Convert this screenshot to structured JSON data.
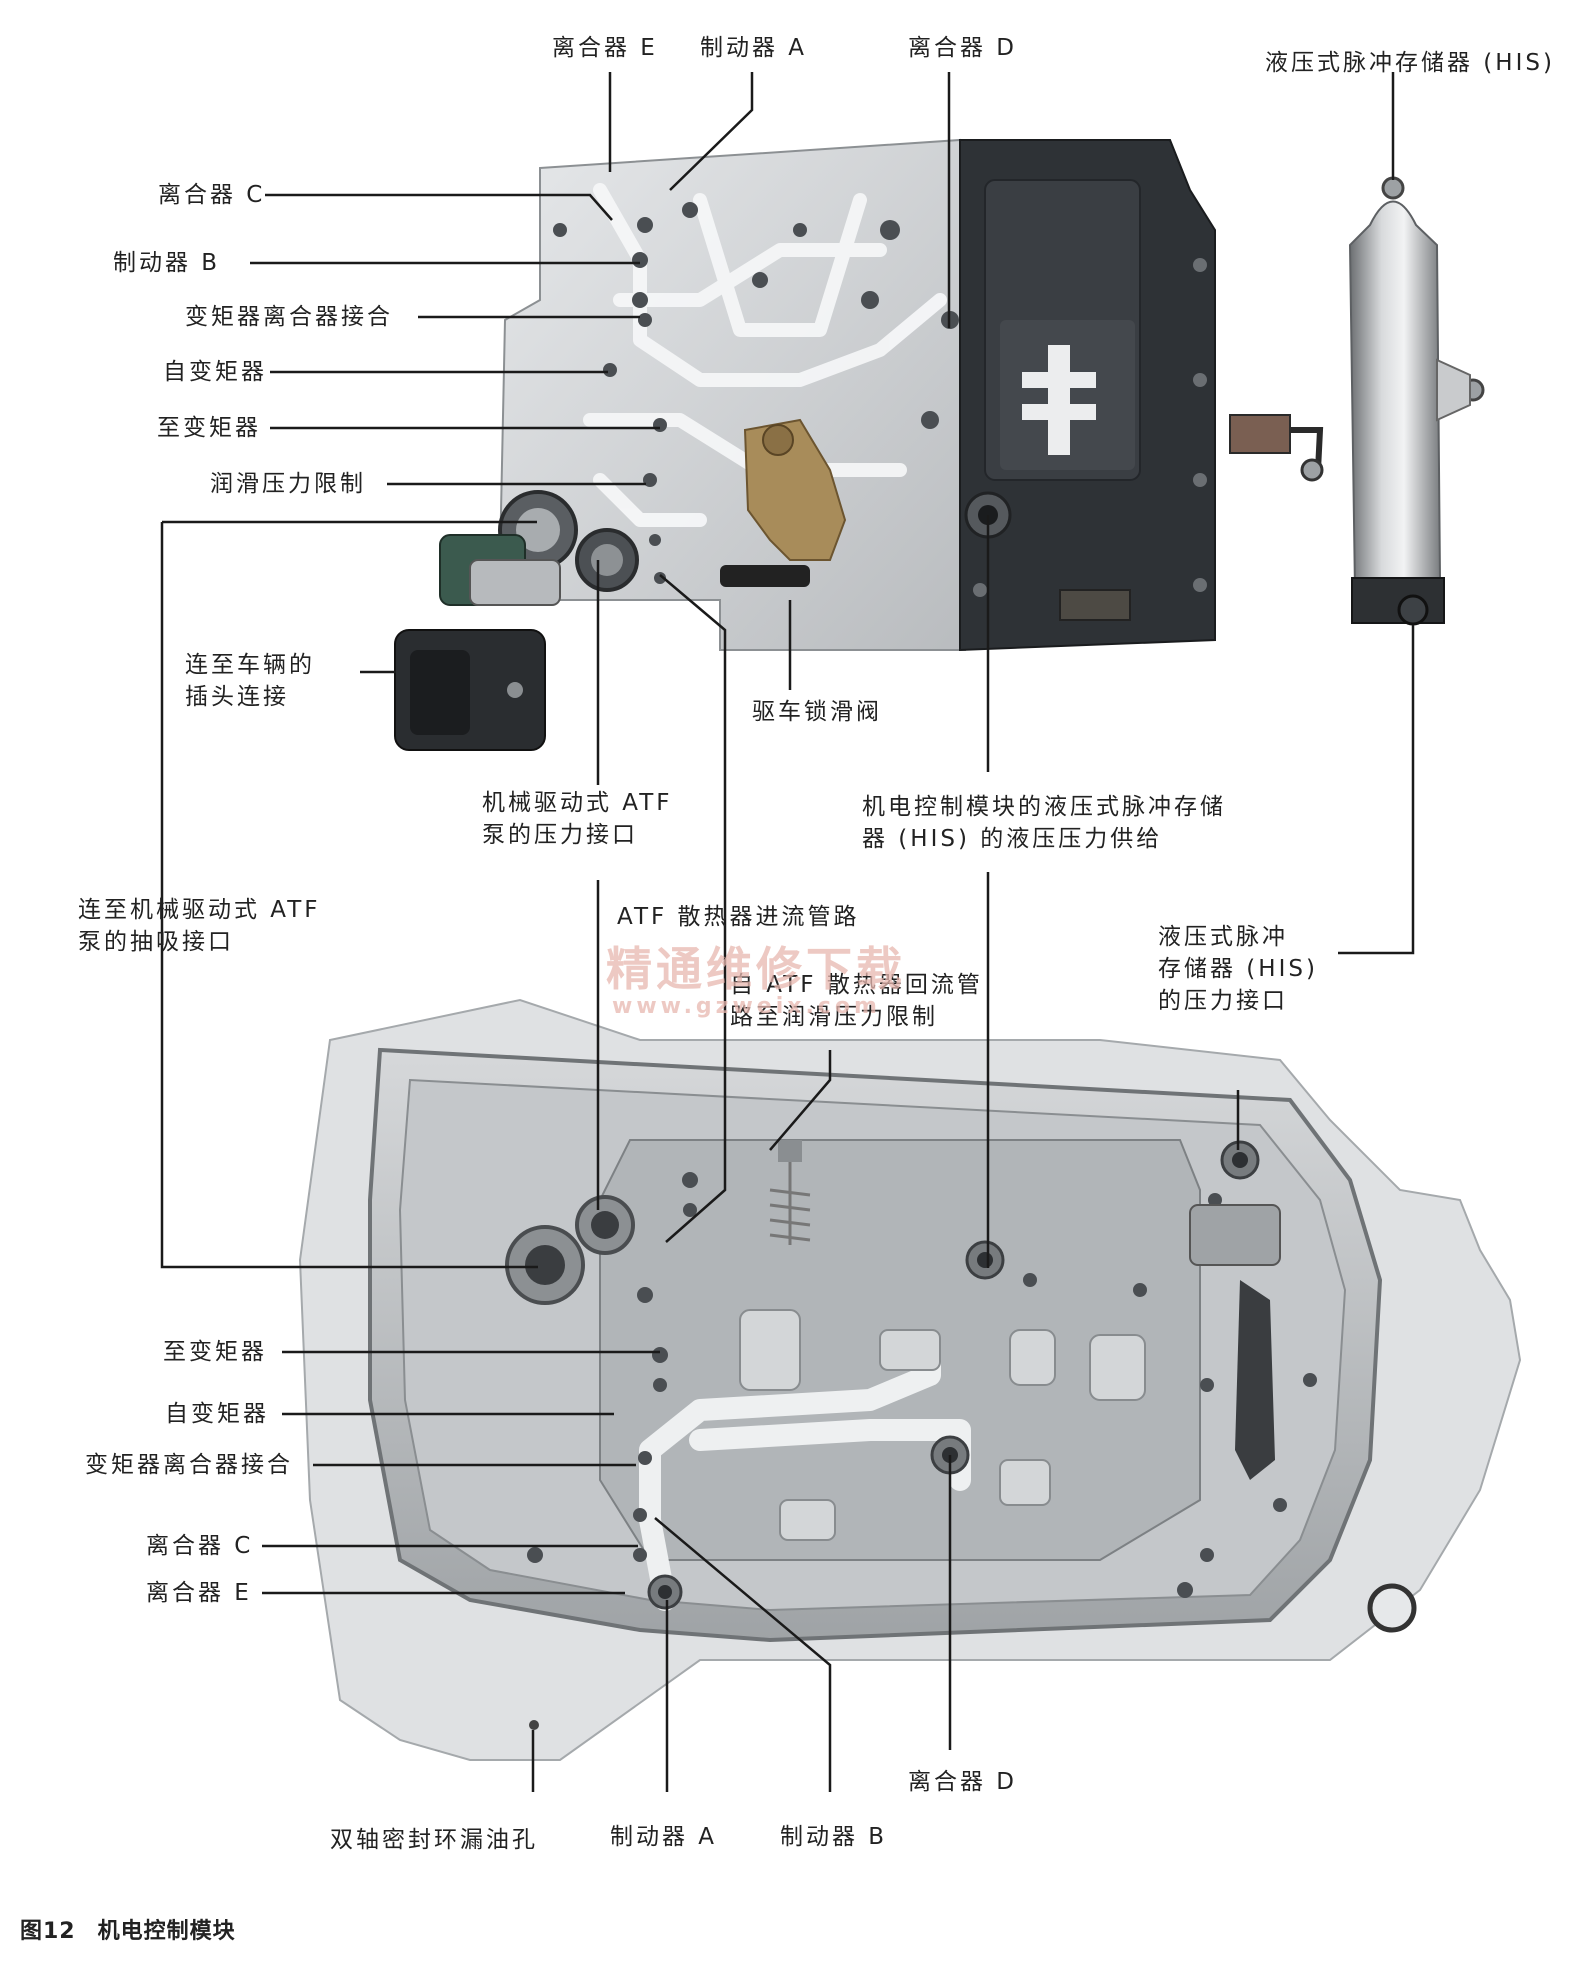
{
  "figure_caption": {
    "number": "图12",
    "title": "机电控制模块"
  },
  "watermark": {
    "line1": "精通维修下载",
    "line2": "www.gzweix.com"
  },
  "top_labels": {
    "clutch_e": "离合器 E",
    "brake_a": "制动器 A",
    "clutch_d": "离合器 D",
    "his": "液压式脉冲存储器 (HIS)",
    "clutch_c": "离合器 C",
    "brake_b": "制动器 B",
    "tcc_apply": "变矩器离合器接合",
    "from_converter": "自变矩器",
    "to_converter": "至变矩器",
    "lube_limit": "润滑压力限制",
    "vehicle_plug": [
      "连至车辆的",
      "插头连接"
    ],
    "park_lock_valve": "驱车锁滑阀",
    "pump_pressure_port": [
      "机械驱动式 ATF",
      "泵的压力接口"
    ],
    "his_pressure_supply": [
      "机电控制模块的液压式脉冲存储",
      "器 (HIS) 的液压压力供给"
    ],
    "pump_suction_port": [
      "连至机械驱动式 ATF",
      "泵的抽吸接口"
    ],
    "cooler_inlet": "ATF 散热器进流管路",
    "cooler_return": [
      "自 ATF 散热器回流管",
      "路至润滑压力限制"
    ],
    "his_pressure_port": [
      "液压式脉冲",
      "存储器 (HIS)",
      "的压力接口"
    ]
  },
  "bottom_labels": {
    "to_converter": "至变矩器",
    "from_converter": "自变矩器",
    "tcc_apply": "变矩器离合器接合",
    "clutch_c": "离合器 C",
    "clutch_e": "离合器 E",
    "clutch_d": "离合器 D",
    "shaft_seal_leak": "双轴密封环漏油孔",
    "brake_a": "制动器 A",
    "brake_b": "制动器 B"
  },
  "colors": {
    "housing_gray": "#c8cacc",
    "dark_module": "#2e3236",
    "line": "#1a1a1a",
    "brass": "#a88c5a",
    "watermark": "#e8b8b0"
  }
}
